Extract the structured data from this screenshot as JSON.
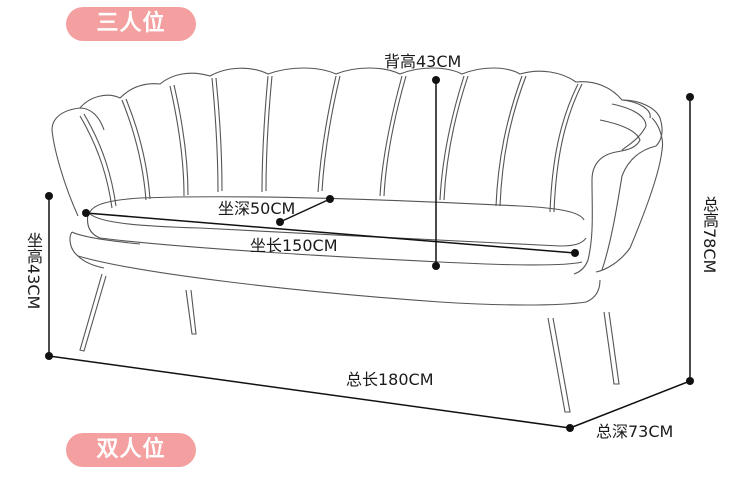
{
  "badges": {
    "top": "三人位",
    "bottom": "双人位",
    "color": "#f4a0a0"
  },
  "dimensions": {
    "back_height": "背高43CM",
    "seat_depth": "坐深50CM",
    "seat_length": "坐长150CM",
    "seat_height": "坐高43CM",
    "total_height": "总高78CM",
    "total_length": "总长180CM",
    "total_depth": "总深73CM"
  }
}
